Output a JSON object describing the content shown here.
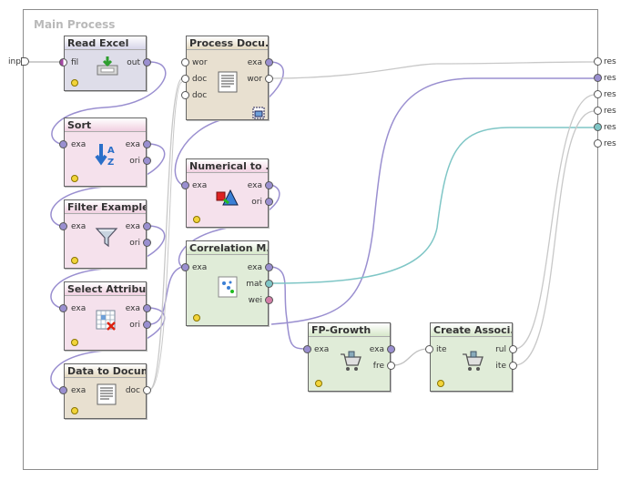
{
  "process": {
    "title": "Main Process"
  },
  "outer_inputs": [
    {
      "label": "inp"
    }
  ],
  "outer_outputs": [
    {
      "label": "res"
    },
    {
      "label": "res"
    },
    {
      "label": "res"
    },
    {
      "label": "res"
    },
    {
      "label": "res"
    },
    {
      "label": "res"
    }
  ],
  "operators": {
    "read_excel": {
      "title": "Read Excel",
      "in": [
        "fil"
      ],
      "out": [
        "out"
      ],
      "icon": "read-excel-icon"
    },
    "sort": {
      "title": "Sort",
      "in": [
        "exa"
      ],
      "out": [
        "exa",
        "ori"
      ],
      "icon": "sort-icon"
    },
    "filter": {
      "title": "Filter Example...",
      "in": [
        "exa"
      ],
      "out": [
        "exa",
        "ori"
      ],
      "icon": "filter-icon"
    },
    "select_attr": {
      "title": "Select Attribu...",
      "in": [
        "exa"
      ],
      "out": [
        "exa",
        "ori"
      ],
      "icon": "select-attributes-icon"
    },
    "data_to_doc": {
      "title": "Data to Docum...",
      "in": [
        "exa"
      ],
      "out": [
        "doc"
      ],
      "icon": "document-icon"
    },
    "process_docs": {
      "title": "Process Docu...",
      "in": [
        "wor",
        "doc",
        "doc"
      ],
      "out": [
        "exa",
        "wor"
      ],
      "icon": "process-documents-icon"
    },
    "numerical": {
      "title": "Numerical to ...",
      "in": [
        "exa"
      ],
      "out": [
        "exa",
        "ori"
      ],
      "icon": "numerical-to-binominal-icon"
    },
    "correlation": {
      "title": "Correlation M...",
      "in": [
        "exa"
      ],
      "out": [
        "exa",
        "mat",
        "wei"
      ],
      "icon": "correlation-matrix-icon"
    },
    "fpgrowth": {
      "title": "FP-Growth",
      "in": [
        "exa"
      ],
      "out": [
        "exa",
        "fre"
      ],
      "icon": "shopping-cart-icon"
    },
    "assoc": {
      "title": "Create Associ...",
      "in": [
        "ite"
      ],
      "out": [
        "rul",
        "ite"
      ],
      "icon": "shopping-cart-icon"
    }
  },
  "colors": {
    "wire_purple": "#9a8fd0",
    "wire_gray": "#c0c0c0",
    "wire_teal": "#7fc6c6",
    "bulb": "#f2d43a"
  }
}
